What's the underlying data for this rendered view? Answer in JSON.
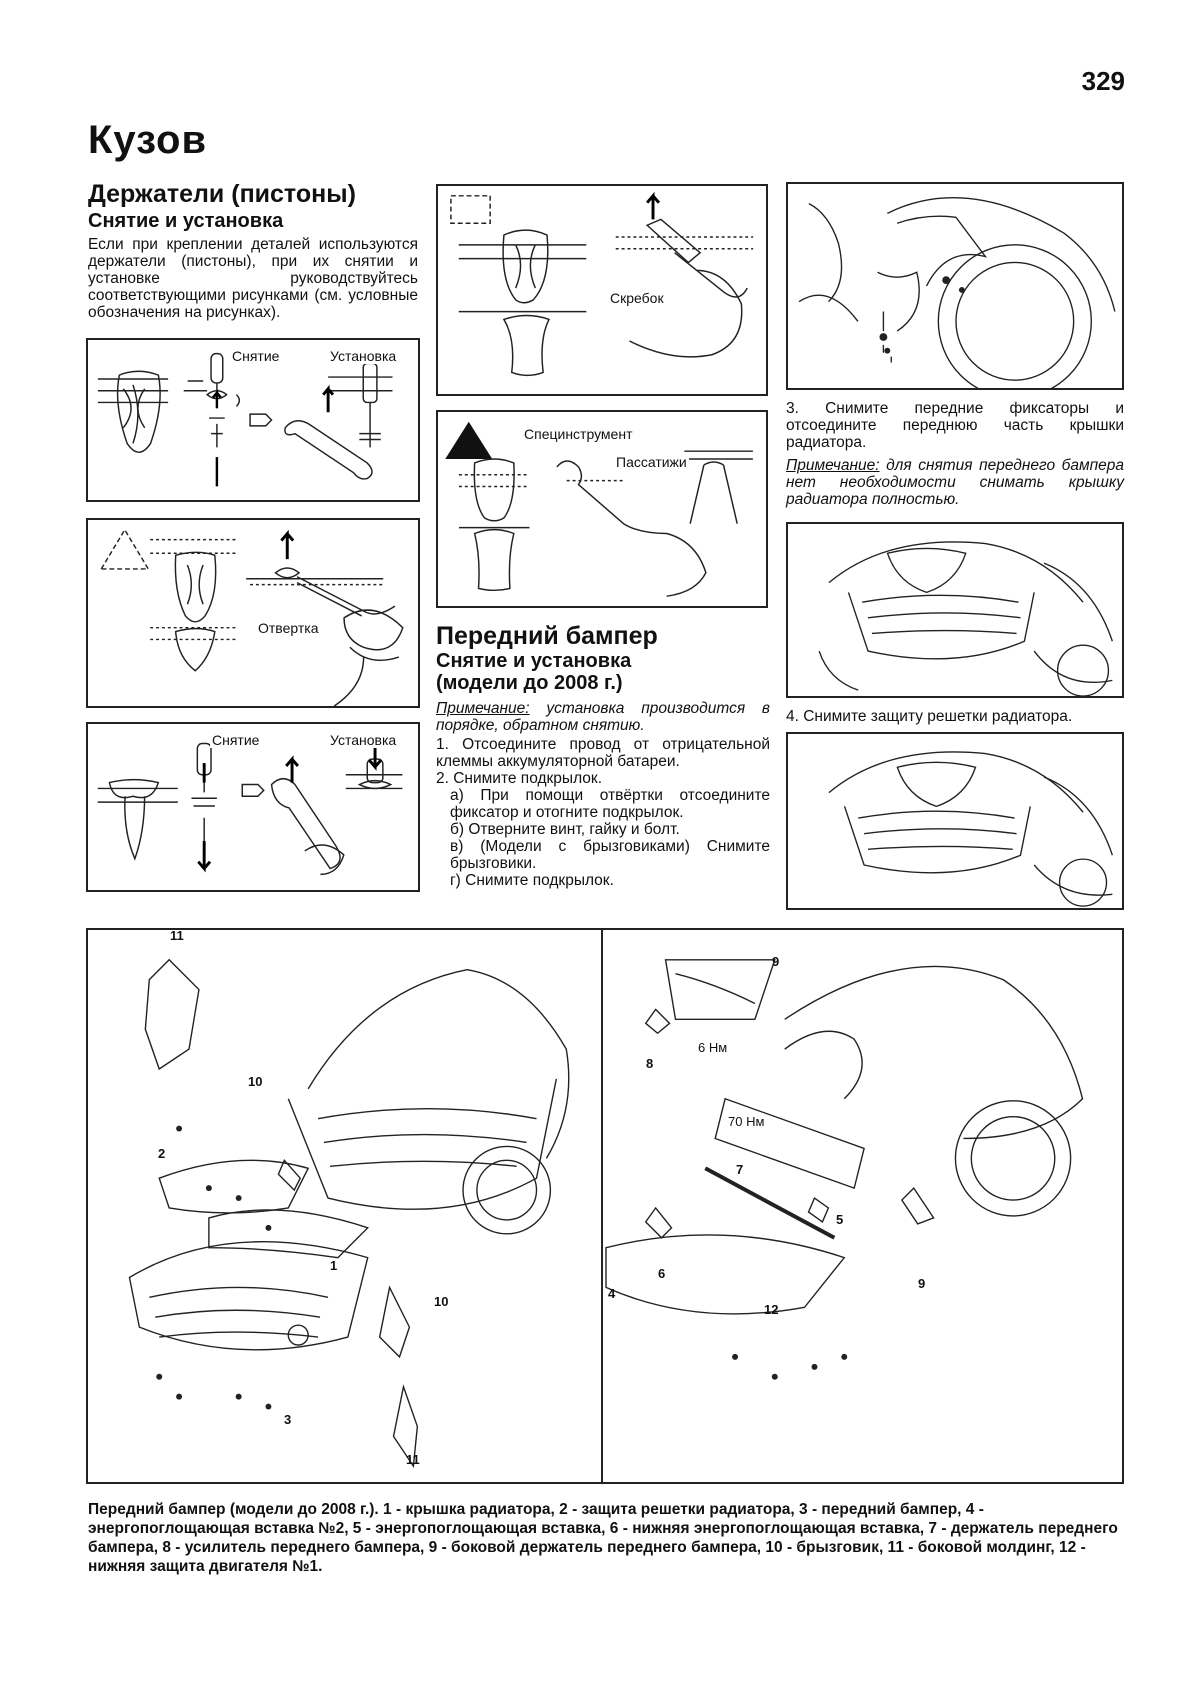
{
  "page": {
    "number": "329",
    "section_title": "Кузов"
  },
  "clips": {
    "title": "Держатели (пистоны)",
    "subtitle": "Снятие и установка",
    "text": "Если при креплении деталей используются держатели (пистоны), при их снятии и установке руководствуйтесь соответствующими рисунками (см. условные обозначения на рисунках).",
    "fig1": {
      "label_removal": "Снятие",
      "label_install": "Установка"
    },
    "fig2": {
      "label_screwdriver": "Отвертка"
    },
    "fig3": {
      "label_removal": "Снятие",
      "label_install": "Установка"
    },
    "fig4": {
      "label_scraper": "Скребок"
    },
    "fig5": {
      "label_special_tool": "Специнструмент",
      "label_pliers": "Пассатижи"
    }
  },
  "front_bumper": {
    "title": "Передний бампер",
    "subtitle_line1": "Снятие и установка",
    "subtitle_line2": "(модели  до 2008 г.)",
    "note_label": "Примечание:",
    "note_text": " установка производится в порядке, обратном снятию.",
    "steps": [
      "1. Отсоедините провод от отрицательной клеммы аккумуляторной батареи.",
      "2. Снимите подкрылок."
    ],
    "substeps": [
      "а) При помощи отвёртки отсоедините фиксатор и отогните подкрылок.",
      "б) Отверните винт, гайку и болт.",
      "в) (Модели с брызговиками) Снимите брызговики.",
      "г) Снимите подкрылок."
    ]
  },
  "right_column": {
    "step3": "3. Снимите передние фиксаторы и отсоедините переднюю часть крышки радиатора.",
    "note_label": "Примечание:",
    "note_text": " для снятия переднего бампера нет необходимости снимать крышку радиатора полностью.",
    "step4": "4. Снимите защиту решетки радиатора."
  },
  "exploded": {
    "callouts_left": [
      "11",
      "10",
      "2",
      "1",
      "3",
      "10",
      "11"
    ],
    "callouts_right": [
      "9",
      "8",
      "7",
      "5",
      "6",
      "4",
      "9",
      "12"
    ],
    "torque_6": "6 Нм",
    "torque_70": "70 Нм"
  },
  "caption": "Передний бампер (модели до 2008 г.). 1 - крышка радиатора, 2 - защита решетки радиатора, 3 - передний бампер, 4 - энергопоглощающая вставка №2, 5 - энергопоглощающая вставка, 6 - нижняя энергопоглощающая вставка, 7 - держатель переднего бампера, 8 - усилитель переднего бампера, 9 - боковой держатель переднего бампера, 10 - брызговик, 11 - боковой молдинг, 12 - нижняя защита двигателя №1."
}
